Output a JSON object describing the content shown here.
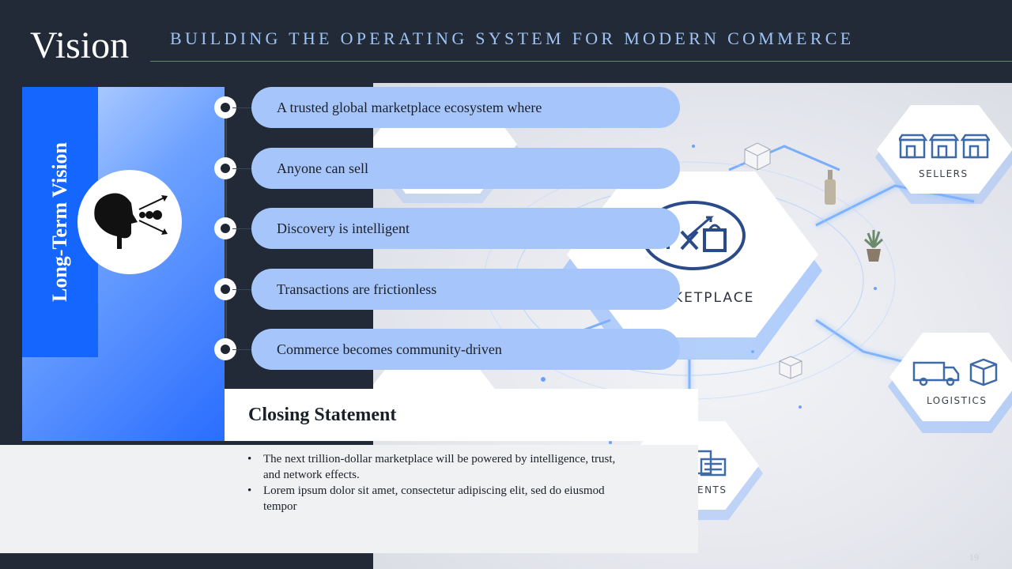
{
  "header": {
    "title": "Vision",
    "subtitle": "BUILDING THE OPERATING SYSTEM FOR MODERN COMMERCE"
  },
  "side_panel": {
    "label": "Long-Term Vision",
    "icon": "head-vision-icon"
  },
  "vision_items": [
    {
      "label": "A trusted global marketplace ecosystem where"
    },
    {
      "label": "Anyone can sell"
    },
    {
      "label": "Discovery is intelligent"
    },
    {
      "label": "Transactions are frictionless"
    },
    {
      "label": "Commerce becomes community-driven"
    }
  ],
  "closing": {
    "heading": "Closing Statement",
    "bullets": [
      "The next trillion-dollar marketplace will be powered by intelligence, trust, and network effects.",
      "Lorem ipsum dolor sit amet, consectetur adipiscing elit, sed do eiusmod tempor"
    ]
  },
  "illustration": {
    "center_label": "KETPLACE",
    "nodes": [
      {
        "label": "SELLERS",
        "icon": "storefront-icon"
      },
      {
        "label": "LOGISTICS",
        "icon": "truck-icon"
      },
      {
        "label": "ENTS",
        "icon": "payments-icon"
      }
    ]
  },
  "page_number": "19",
  "colors": {
    "background": "#212a36",
    "accent_blue": "#1565ff",
    "pill_blue": "#a6c6fb",
    "subtitle_blue": "#9ec3f5"
  }
}
